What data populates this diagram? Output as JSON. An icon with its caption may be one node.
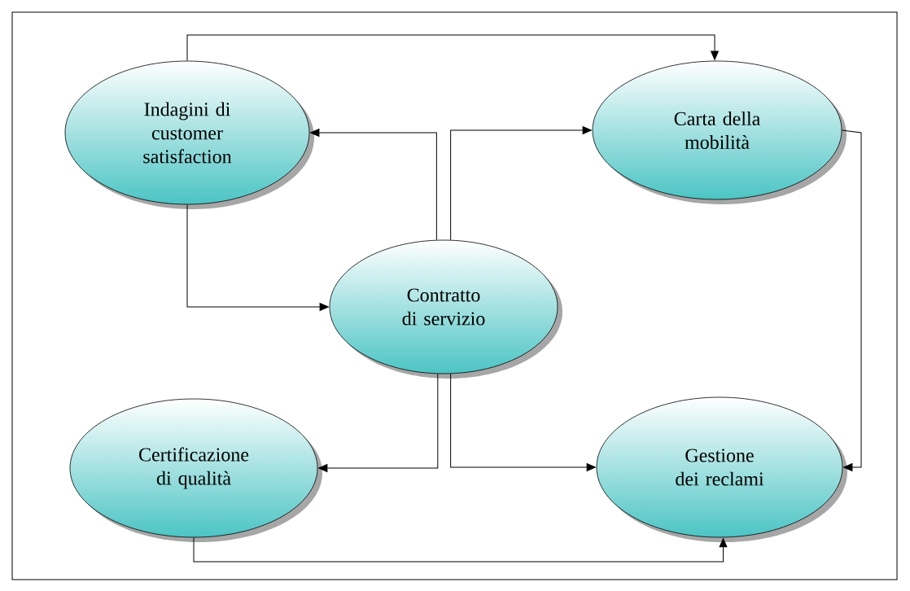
{
  "diagram": {
    "nodes": [
      {
        "text": [
          "Indagini di customer satisfaction"
        ]
      },
      {
        "text": [
          "Carta della mobilità"
        ]
      },
      {
        "text": [
          "Contratto di servizio"
        ]
      },
      {
        "text": [
          "Certificazione di qualità"
        ]
      },
      {
        "text": [
          "Gestione dei reclami"
        ]
      }
    ],
    "edges": [
      {
        "from": 0,
        "to": 1,
        "arrow": "to"
      },
      {
        "from": 2,
        "to": 0,
        "arrow": "to"
      },
      {
        "from": 2,
        "to": 1,
        "arrow": "to"
      },
      {
        "from": 0,
        "to": 2,
        "arrow": "to"
      },
      {
        "from": 2,
        "to": 3,
        "arrow": "to"
      },
      {
        "from": 2,
        "to": 4,
        "arrow": "to"
      },
      {
        "from": 1,
        "to": 4,
        "arrow": "to"
      },
      {
        "from": 3,
        "to": 4,
        "arrow": "to"
      }
    ]
  }
}
